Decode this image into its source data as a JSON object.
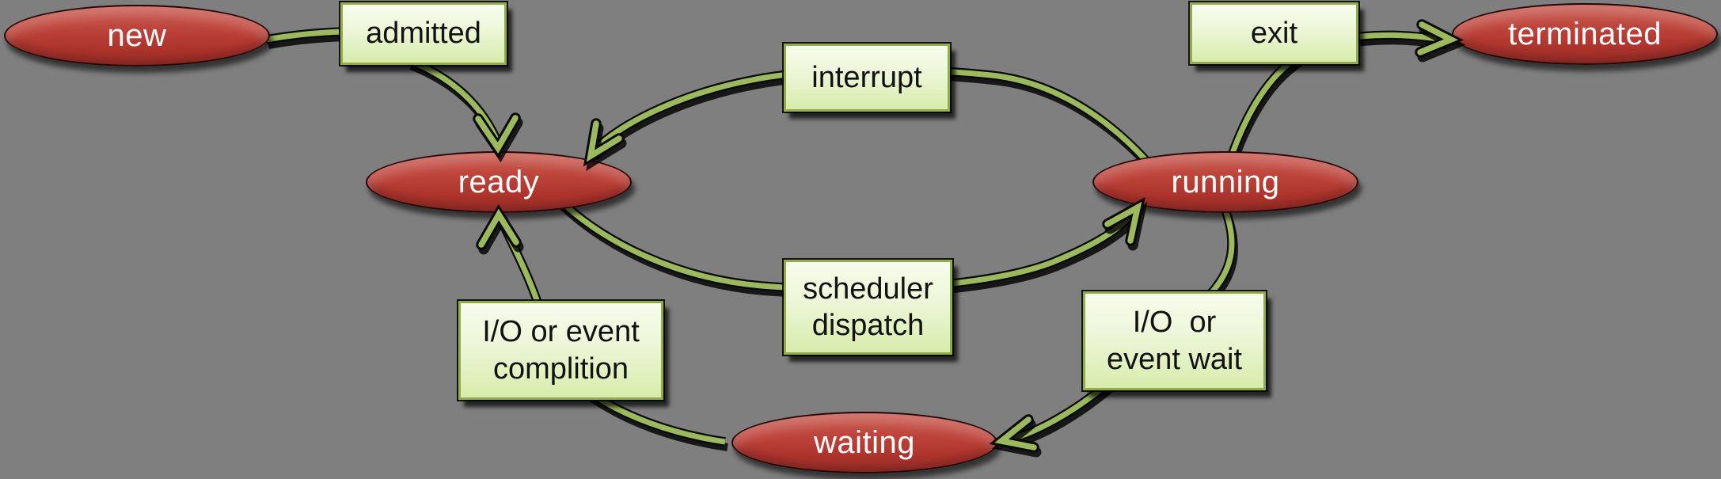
{
  "background_color": "#7f7f7f",
  "palette": {
    "state_fill_top": "#c8594f",
    "state_fill_bottom": "#9e2e29",
    "state_text": "#ffffff",
    "label_fill_top": "#f7fcec",
    "label_fill_bottom": "#d8ecab",
    "label_border": "#93ab4b",
    "label_text": "#121212",
    "arrow_green": "#9cba5d",
    "arrow_outline": "#0a0a0a"
  },
  "diagram": {
    "type": "process-state-diagram",
    "states": [
      {
        "id": "new",
        "label": "new"
      },
      {
        "id": "ready",
        "label": "ready"
      },
      {
        "id": "running",
        "label": "running"
      },
      {
        "id": "waiting",
        "label": "waiting"
      },
      {
        "id": "terminated",
        "label": "terminated"
      }
    ],
    "transitions": [
      {
        "from": "new",
        "to": "ready",
        "label": "admitted"
      },
      {
        "from": "running",
        "to": "ready",
        "label": "interrupt"
      },
      {
        "from": "ready",
        "to": "running",
        "label": "scheduler\ndispatch"
      },
      {
        "from": "running",
        "to": "terminated",
        "label": "exit"
      },
      {
        "from": "running",
        "to": "waiting",
        "label": "I/O  or\nevent wait"
      },
      {
        "from": "waiting",
        "to": "ready",
        "label": "I/O or event\ncomplition"
      }
    ]
  }
}
